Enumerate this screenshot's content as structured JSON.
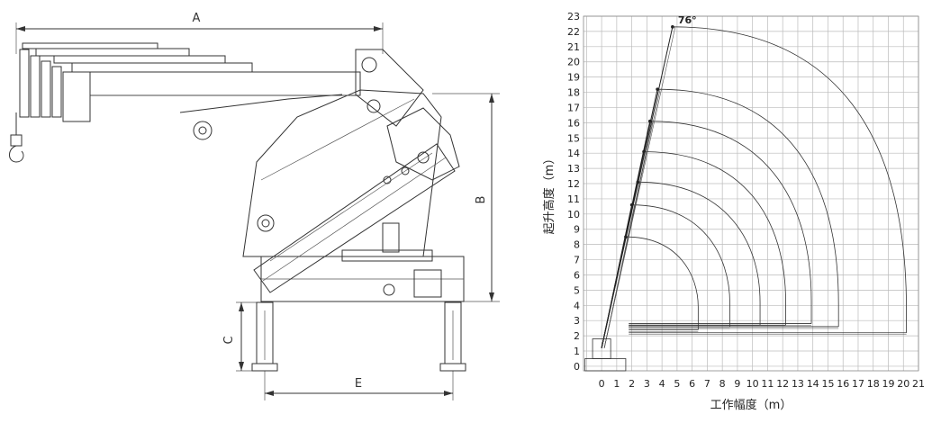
{
  "drawing": {
    "dimension_labels": {
      "a": "A",
      "b": "B",
      "c": "C",
      "e": "E"
    }
  },
  "chart_data": {
    "type": "line",
    "title": "",
    "xlabel": "工作幅度（m）",
    "ylabel": "起升高度（m）",
    "xlim": [
      0,
      21
    ],
    "ylim": [
      0,
      23
    ],
    "x_ticks": [
      "0",
      "1",
      "2",
      "3",
      "4",
      "5",
      "6",
      "7",
      "8",
      "9",
      "10",
      "11",
      "12",
      "13",
      "14",
      "15",
      "16",
      "17",
      "18",
      "19",
      "20",
      "21"
    ],
    "y_ticks": [
      "0",
      "1",
      "2",
      "3",
      "4",
      "5",
      "6",
      "7",
      "8",
      "9",
      "10",
      "11",
      "12",
      "13",
      "14",
      "15",
      "16",
      "17",
      "18",
      "19",
      "20",
      "21",
      "22",
      "23"
    ],
    "grid": true,
    "max_angle_label": "76°",
    "boom_tips": [
      {
        "x": 4.7,
        "y": 22.3
      },
      {
        "x": 3.7,
        "y": 18.2
      },
      {
        "x": 3.2,
        "y": 16.1
      },
      {
        "x": 2.8,
        "y": 14.1
      },
      {
        "x": 2.4,
        "y": 12.1
      },
      {
        "x": 2.0,
        "y": 10.6
      },
      {
        "x": 1.6,
        "y": 8.5
      }
    ],
    "envelopes": [
      {
        "reach": 20.2,
        "base_y": 2.2
      },
      {
        "reach": 15.7,
        "base_y": 2.6
      },
      {
        "reach": 13.9,
        "base_y": 2.8
      },
      {
        "reach": 12.2,
        "base_y": 2.7
      },
      {
        "reach": 10.5,
        "base_y": 2.7
      },
      {
        "reach": 8.5,
        "base_y": 2.6
      },
      {
        "reach": 6.4,
        "base_y": 2.4
      }
    ]
  }
}
